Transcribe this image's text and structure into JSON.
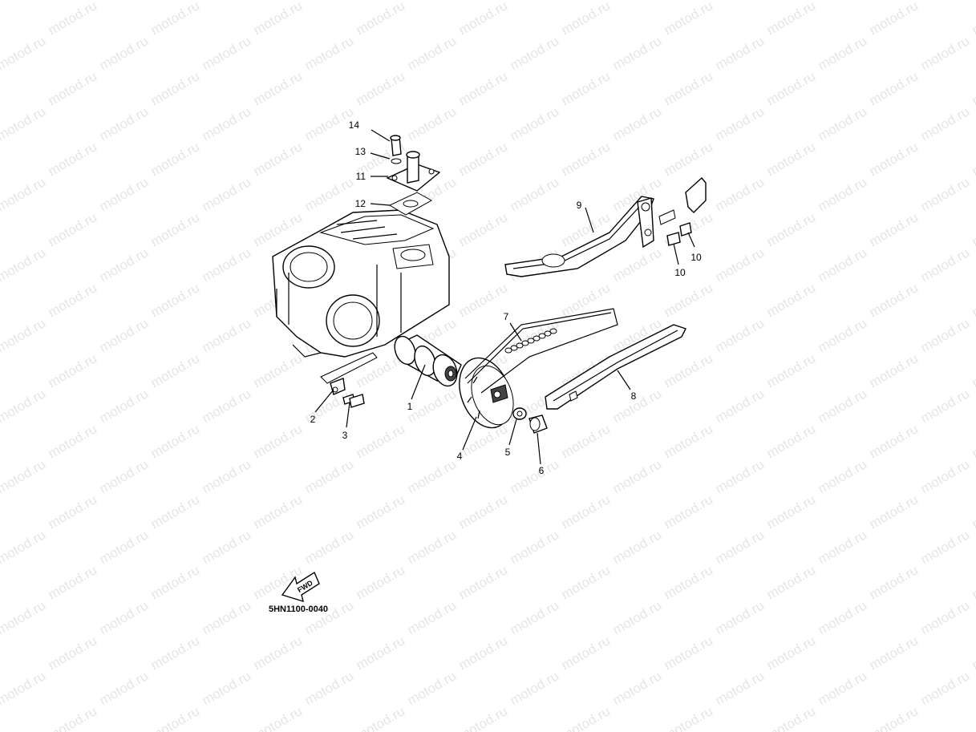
{
  "diagram": {
    "watermark": "motod.ru",
    "drawing_code": "5HN1100-0040",
    "direction_arrow_label": "FWD",
    "callouts": [
      {
        "id": "14",
        "label": "14"
      },
      {
        "id": "13",
        "label": "13"
      },
      {
        "id": "11",
        "label": "11"
      },
      {
        "id": "12",
        "label": "12"
      },
      {
        "id": "9",
        "label": "9"
      },
      {
        "id": "10a",
        "label": "10"
      },
      {
        "id": "10b",
        "label": "10"
      },
      {
        "id": "7",
        "label": "7"
      },
      {
        "id": "8",
        "label": "8"
      },
      {
        "id": "1",
        "label": "1"
      },
      {
        "id": "2",
        "label": "2"
      },
      {
        "id": "3",
        "label": "3"
      },
      {
        "id": "4",
        "label": "4"
      },
      {
        "id": "5",
        "label": "5"
      },
      {
        "id": "6",
        "label": "6"
      }
    ]
  }
}
